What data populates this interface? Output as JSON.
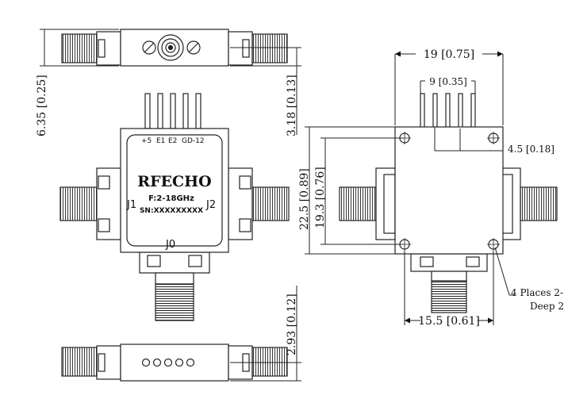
{
  "front_view": {
    "brand": "RFECHO",
    "freq": "F:2-18GHz",
    "serial": "SN:XXXXXXXXX",
    "pin_labels": [
      "+5",
      "E1",
      "E2",
      "GD-12"
    ],
    "port_left": "J1",
    "port_right": "J2",
    "port_bottom": "J0"
  },
  "dimensions": {
    "top_height": "6.35 [0.25]",
    "top_offset": "3.18 [0.13]",
    "bottom_offset": "2.93 [0.12]",
    "width": "19 [0.75]",
    "pin_span": "9 [0.35]",
    "pin_offset": "4.5 [0.18]",
    "height_overall": "22.5 [0.89]",
    "hole_spacing_v": "19.3 [0.76]",
    "hole_spacing_h": "15.5 [0.61]",
    "note_line1": "4 Places 2-",
    "note_line2": "Deep 2"
  }
}
